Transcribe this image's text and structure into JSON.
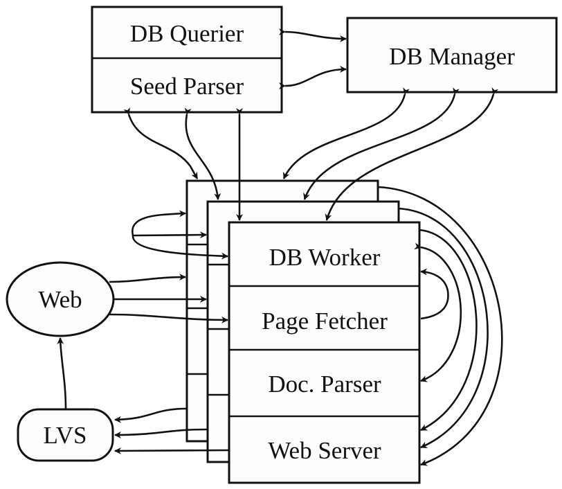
{
  "diagram": {
    "title": "",
    "nodes": {
      "db_querier": "DB Querier",
      "seed_parser": "Seed Parser",
      "db_manager": "DB Manager",
      "db_worker": "DB Worker",
      "page_fetcher": "Page Fetcher",
      "doc_parser": "Doc. Parser",
      "web_server": "Web Server",
      "web": "Web",
      "lvs": "LVS"
    },
    "stack_copies": 3,
    "edges": [
      {
        "from": "DB Querier",
        "to": "DB Manager",
        "direction": "bidirectional"
      },
      {
        "from": "Seed Parser",
        "to": "DB Manager",
        "direction": "bidirectional"
      },
      {
        "from": "DB Querier/Seed Parser",
        "to": "worker stack (each copy)",
        "direction": "bidirectional"
      },
      {
        "from": "DB Manager",
        "to": "worker stack (each copy)",
        "direction": "bidirectional"
      },
      {
        "from": "Web",
        "to": "Page Fetcher (each copy)",
        "direction": "forward"
      },
      {
        "from": "Web Server (each copy)",
        "to": "LVS",
        "direction": "forward"
      },
      {
        "from": "LVS",
        "to": "Web",
        "direction": "forward"
      },
      {
        "from": "Page Fetcher",
        "to": "DB Worker",
        "direction": "forward"
      },
      {
        "from": "DB Worker",
        "to": "Doc. Parser",
        "direction": "bidirectional"
      },
      {
        "from": "worker stack (each copy)",
        "to": "Web Server",
        "direction": "forward"
      },
      {
        "from": "self-loop",
        "to": "DB Worker (each copy)",
        "direction": "forward"
      }
    ]
  }
}
